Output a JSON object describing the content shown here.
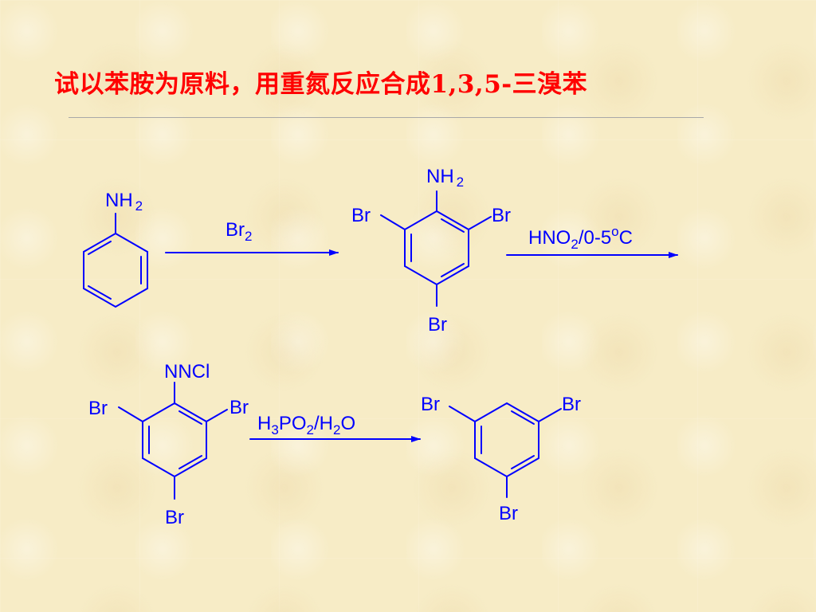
{
  "slide": {
    "title": "试以苯胺为原料，用重氮反应合成1,3,5-三溴苯"
  },
  "colors": {
    "title": "#ff0000",
    "structures": "#0000ff",
    "background": "#f7ecc6"
  },
  "molecules": {
    "aniline": {
      "group": "NH",
      "group_sub": "2"
    },
    "tribromoaniline": {
      "group": "NH",
      "group_sub": "2",
      "br_left": "Br",
      "br_right": "Br",
      "br_bottom": "Br"
    },
    "diazonium_salt": {
      "group": "NNCl",
      "br_left": "Br",
      "br_right": "Br",
      "br_bottom": "Br"
    },
    "tribromobenzene": {
      "br_left": "Br",
      "br_right": "Br",
      "br_bottom": "Br"
    }
  },
  "reagents": {
    "step1": {
      "text": "Br",
      "sub": "2"
    },
    "step2": {
      "text1": "HNO",
      "sub": "2",
      "text2": "/0-5",
      "sup": "o",
      "text3": "C"
    },
    "step3": {
      "h": "H",
      "sub1": "3",
      "po": "PO",
      "sub2": "2",
      "slash_h": "/H",
      "sub3": "2",
      "o": "O"
    }
  }
}
